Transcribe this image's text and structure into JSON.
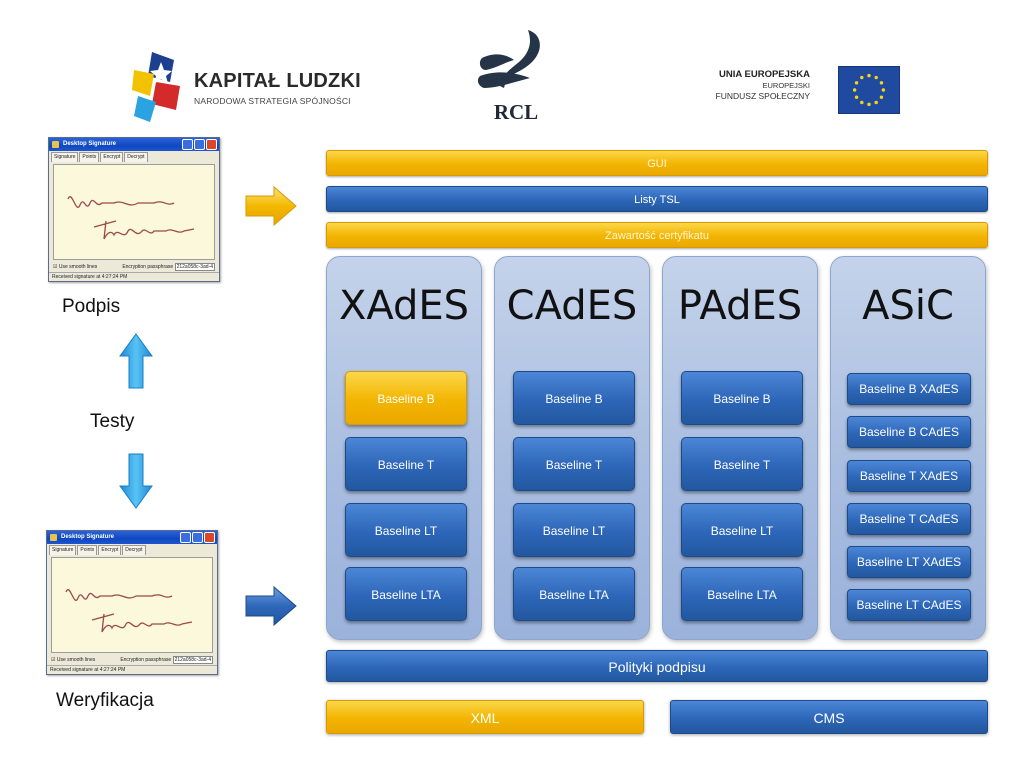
{
  "header": {
    "kapital": {
      "title": "KAPITAŁ LUDZKI",
      "subtitle": "NARODOWA STRATEGIA SPÓJNOŚCI"
    },
    "rcl": {
      "text": "RCL"
    },
    "ue": {
      "line1": "UNIA EUROPEJSKA",
      "line2": "EUROPEJSKI",
      "line3": "FUNDUSZ SPOŁECZNY"
    }
  },
  "screenshot": {
    "title": "Desktop Signature",
    "tabs": [
      "Signature",
      "Points",
      "Encrypt",
      "Decrypt"
    ],
    "smooth_label": "Use smooth lines",
    "passphrase_label": "Encryption passphrase",
    "passphrase_value": "212a058c-3ad-4",
    "status": "Received signature at 4:27:24 PM"
  },
  "left": {
    "podpis": "Podpis",
    "testy": "Testy",
    "weryfikacja": "Weryfikacja"
  },
  "layers": {
    "gui": "GUI",
    "tsl": "Listy TSL",
    "cert": "Zawartość certyfikatu",
    "policy": "Polityki podpisu",
    "xml": "XML",
    "cms": "CMS"
  },
  "columns": [
    {
      "title": "XAdES",
      "items": [
        "Baseline B",
        "Baseline T",
        "Baseline LT",
        "Baseline LTA"
      ]
    },
    {
      "title": "CAdES",
      "items": [
        "Baseline B",
        "Baseline T",
        "Baseline LT",
        "Baseline LTA"
      ]
    },
    {
      "title": "PAdES",
      "items": [
        "Baseline B",
        "Baseline T",
        "Baseline LT",
        "Baseline LTA"
      ]
    },
    {
      "title": "ASiC",
      "items": [
        "Baseline B XAdES",
        "Baseline B CAdES",
        "Baseline T XAdES",
        "Baseline T CAdES",
        "Baseline LT XAdES",
        "Baseline LT CAdES"
      ]
    }
  ],
  "colors": {
    "yellow": "#f3b400",
    "blue": "#2d66b8",
    "column": "#a9bde0",
    "arrow_cyan": "#2ea3e8"
  }
}
